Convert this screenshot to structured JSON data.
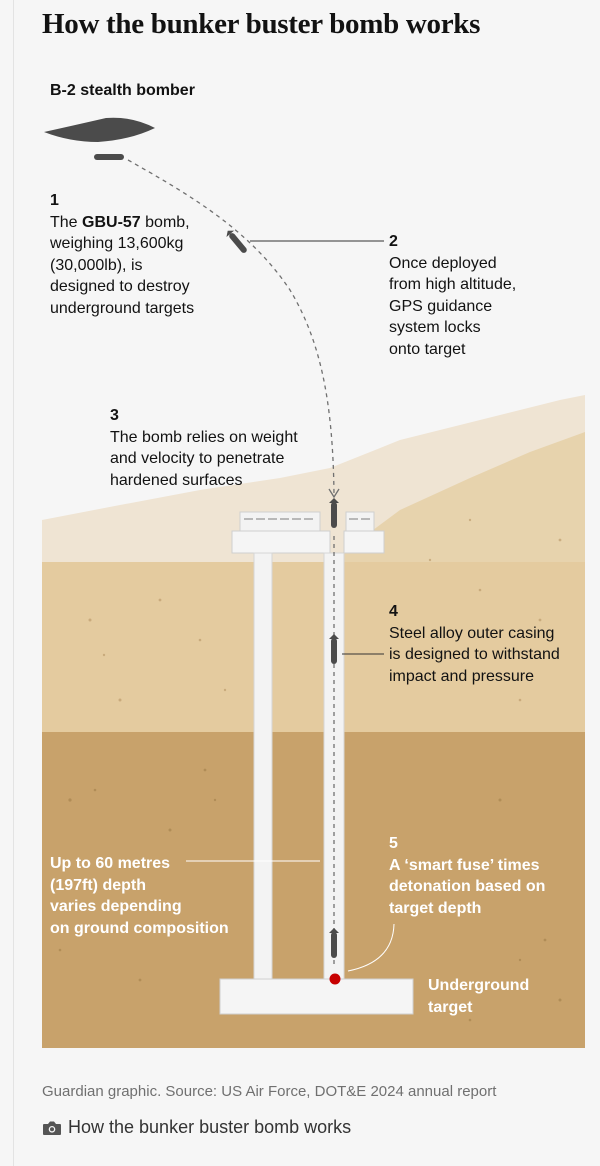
{
  "title": "How the bunker buster bomb works",
  "labels": {
    "bomber": "B-2 stealth bomber",
    "step1": {
      "num": "1",
      "pre": "The ",
      "bold": "GBU-57",
      "line1_rest": " bomb,",
      "line2": "weighing 13,600kg",
      "line3": "(30,000lb), is",
      "line4": "designed to destroy",
      "line5": "underground targets"
    },
    "step2": {
      "num": "2",
      "line1": "Once deployed",
      "line2": "from high altitude,",
      "line3": "GPS guidance",
      "line4": "system locks",
      "line5": "onto target"
    },
    "step3": {
      "num": "3",
      "line1": "The bomb relies on weight",
      "line2": "and velocity to penetrate",
      "line3": "hardened surfaces"
    },
    "step4": {
      "num": "4",
      "line1": "Steel alloy outer casing",
      "line2": "is designed to withstand",
      "line3": "impact and pressure"
    },
    "step5": {
      "num": "5",
      "line1": "A ‘smart fuse’ times",
      "line2": "detonation based on",
      "line3": "target depth"
    },
    "depth": {
      "line1": "Up to 60 metres",
      "line2": "(197ft) depth",
      "line3": "varies depending",
      "line4": "on ground composition"
    },
    "target": {
      "line1": "Underground",
      "line2": "target"
    }
  },
  "source": "Guardian graphic. Source: US Air Force, DOT&E 2024 annual report",
  "caption": "How the bunker buster bomb works",
  "icons": {
    "caption_icon": "camera-icon",
    "aircraft": "b2-bomber-icon",
    "bomb": "bomb-icon",
    "fuse": "fuse-dot-icon"
  },
  "colors": {
    "sky": "#ffffff",
    "mountain": "#efe4d3",
    "layer_light": "#e7d3ad",
    "layer_mid": "#dfc293",
    "layer_deep": "#c8a26b",
    "structure": "#f1f1f1",
    "bomber": "#4b4b4b",
    "fuse": "#c70000"
  }
}
